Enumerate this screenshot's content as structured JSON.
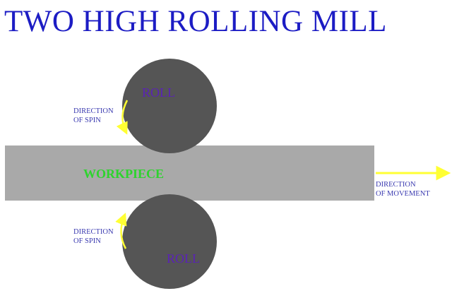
{
  "title": "TWO HIGH ROLLING MILL",
  "labels": {
    "top_roll": "ROLL",
    "bottom_roll": "ROLL",
    "workpiece": "WORKPIECE",
    "spin_top": [
      "DIRECTION",
      "OF SPIN"
    ],
    "spin_bottom": [
      "DIRECTION",
      "OF SPIN"
    ],
    "movement": [
      "DIRECTION",
      "OF MOVEMENT"
    ]
  },
  "colors": {
    "title": "#1c1cc4",
    "roll": "#555555",
    "workpiece": "#a9a9a9",
    "arrow": "#ffff33",
    "roll_label": "#5a22b6",
    "workpiece_label": "#2dd42d",
    "small_label": "#3a3ab0"
  }
}
